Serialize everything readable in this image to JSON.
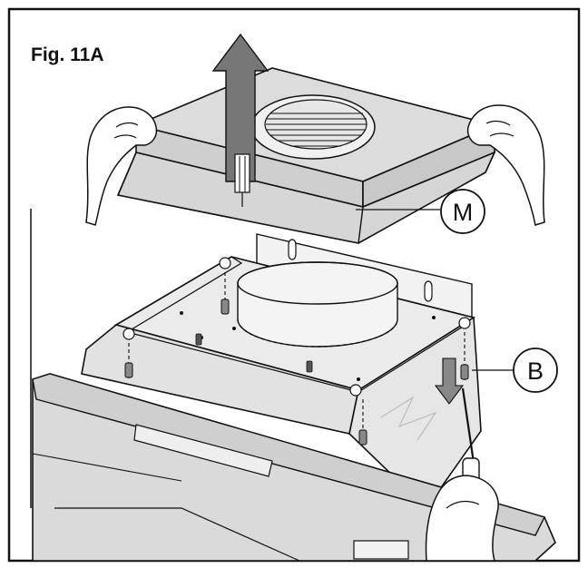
{
  "figure": {
    "title": "Fig. 11A",
    "callouts": [
      {
        "id": "m",
        "label": "M",
        "part": "hood-cover"
      },
      {
        "id": "b",
        "label": "B",
        "part": "fixing-screw"
      }
    ]
  },
  "icons": {
    "lift_arrow": "up-arrow-icon",
    "screw": "screw-icon",
    "screwdriver": "screwdriver-icon"
  },
  "colors": {
    "line": "#111111",
    "cover_fill": "#d9d9d9",
    "cover_front": "#cfcfcf",
    "body_fill": "#e4e4e4",
    "panel_fill": "#dadada",
    "arrow_fill": "#777777",
    "background": "#ffffff"
  }
}
